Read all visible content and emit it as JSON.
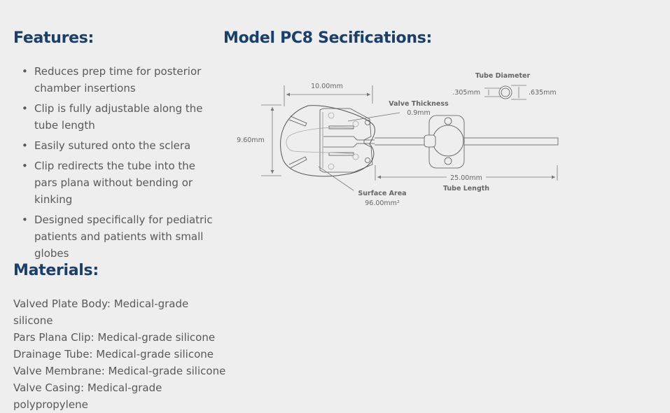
{
  "features": {
    "title": "Features:",
    "items": [
      "Reduces prep time for posterior chamber insertions",
      "Clip is fully adjustable along the tube length",
      "Easily sutured onto the sclera",
      "Clip redirects the tube into the pars plana without bending or kinking",
      "Designed specifically for pediatric patients and patients with small globes"
    ]
  },
  "specs": {
    "title": "Model PC8 Secifications:",
    "width_label": "10.00mm",
    "height_label": "9.60mm",
    "tube_diameter_title": "Tube Diameter",
    "inner_diameter": ".305mm",
    "outer_diameter": ".635mm",
    "valve_thickness_title": "Valve Thickness",
    "valve_thickness_value": "0.9mm",
    "tube_length_value": "25.00mm",
    "tube_length_title": "Tube Length",
    "surface_area_title": "Surface Area",
    "surface_area_value": "96.00mm²"
  },
  "materials": {
    "title": "Materials:",
    "items": [
      "Valved Plate Body: Medical-grade silicone",
      "Pars Plana Clip: Medical-grade silicone",
      "Drainage Tube: Medical-grade silicone",
      "Valve Membrane: Medical-grade silicone",
      "Valve Casing: Medical-grade polypropylene"
    ]
  }
}
